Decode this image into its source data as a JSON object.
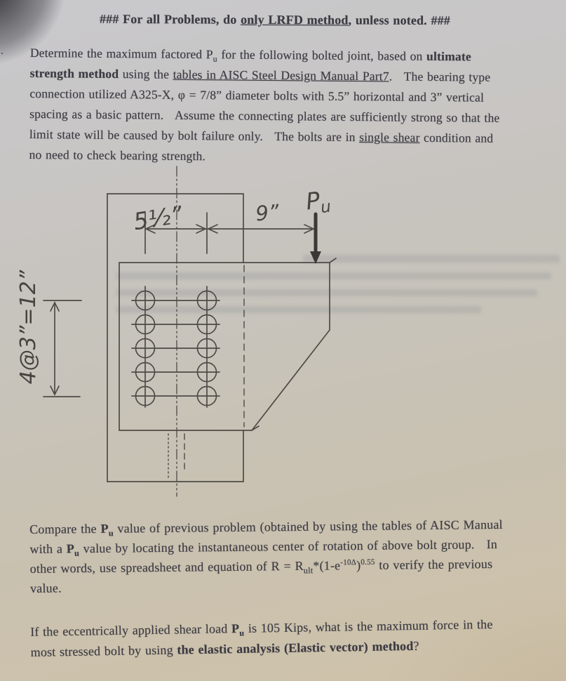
{
  "page": {
    "stray_mark": ".",
    "heading": {
      "segments": [
        {
          "t": "### For all Problems, do ",
          "b": true
        },
        {
          "t": "only LRFD method",
          "b": true,
          "u": true
        },
        {
          "t": ", unless noted. ###",
          "b": true
        }
      ]
    },
    "paragraphs": [
      {
        "name": "problem-1",
        "lines": [
          [
            {
              "t": "Determine the maximum factored P"
            },
            {
              "t": "u",
              "sub": true
            },
            {
              "t": " for the following bolted joint, based on "
            },
            {
              "t": "ultimate",
              "b": true
            }
          ],
          [
            {
              "t": "strength method",
              "b": true
            },
            {
              "t": " using the "
            },
            {
              "t": "tables in AISC Steel Design Manual Part7",
              "u": true
            },
            {
              "t": ".   The bearing type"
            }
          ],
          [
            {
              "t": "connection utilized A325-X, φ = 7/8” diameter bolts with 5.5” horizontal and 3” vertical"
            }
          ],
          [
            {
              "t": "spacing as a basic pattern.   Assume the connecting plates are sufficiently strong so that the"
            }
          ],
          [
            {
              "t": "limit state will be caused by bolt failure only.   The bolts are in "
            },
            {
              "t": "single shear",
              "u": true
            },
            {
              "t": " condition and"
            }
          ],
          [
            {
              "t": "no need to check bearing strength."
            }
          ]
        ]
      },
      {
        "name": "problem-2",
        "lines": [
          [
            {
              "t": "Compare the "
            },
            {
              "t": "P",
              "b": true
            },
            {
              "t": "u",
              "b": true,
              "sub": true
            },
            {
              "t": " value of previous problem (obtained by using the tables of AISC Manual"
            }
          ],
          [
            {
              "t": "with a "
            },
            {
              "t": "P",
              "b": true
            },
            {
              "t": "u",
              "b": true,
              "sub": true
            },
            {
              "t": " value by locating the instantaneous center of rotation of above bolt group.   In"
            }
          ],
          [
            {
              "t": "other words, use spreadsheet and equation of R = R"
            },
            {
              "t": "ult",
              "sub": true
            },
            {
              "t": "*(1-e"
            },
            {
              "t": "-10Δ",
              "sup": true
            },
            {
              "t": ")"
            },
            {
              "t": "0.55",
              "sup": true
            },
            {
              "t": " to verify the previous"
            }
          ],
          [
            {
              "t": "value."
            }
          ]
        ]
      },
      {
        "name": "problem-3",
        "lines": [
          [
            {
              "t": "If the eccentrically applied shear load "
            },
            {
              "t": "P",
              "b": true
            },
            {
              "t": "u",
              "b": true,
              "sub": true
            },
            {
              "t": " is 105 Kips, what is the maximum force in the"
            }
          ],
          [
            {
              "t": "most stressed bolt by using "
            },
            {
              "t": "the elastic analysis (Elastic vector) method",
              "b": true
            },
            {
              "t": "?"
            }
          ]
        ]
      }
    ]
  },
  "diagram": {
    "labels": {
      "bolt_gage": "5½”",
      "eccentricity": "9”",
      "load_main": "P",
      "load_sub": "u",
      "vertical_spacing": "4@3”=12”"
    },
    "bolts": {
      "column_x": [
        207,
        295
      ],
      "row_y": [
        428,
        462,
        496,
        530,
        564
      ],
      "radius": 13.5,
      "row_line_x": [
        188,
        313
      ],
      "col_line_y": [
        408,
        580
      ]
    }
  },
  "colors": {
    "ink": "#3b3a42",
    "sketch_line": "#4e4b47",
    "paper_top": "#c8c7cb",
    "paper_bottom": "#cdc0a8"
  }
}
